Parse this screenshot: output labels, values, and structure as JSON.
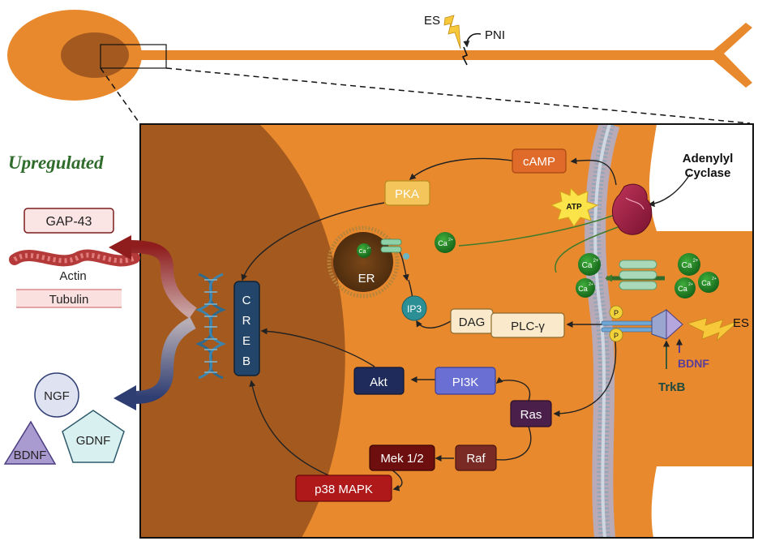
{
  "neuron_overview": {
    "stimulus_label": "ES",
    "injury_label": "PNI"
  },
  "upregulated_heading": "Upregulated",
  "upregulated_products": {
    "gap43": "GAP-43",
    "actin": "Actin",
    "tubulin": "Tubulin"
  },
  "secreted_factors": {
    "ngf": "NGF",
    "gdnf": "GDNF",
    "bdnf": "BDNF"
  },
  "pathway": {
    "creb_letters": [
      "C",
      "R",
      "E",
      "B"
    ],
    "pka": "PKA",
    "camp": "cAMP",
    "atp": "ATP",
    "adenylyl_cyclase_line1": "Adenylyl",
    "adenylyl_cyclase_line2": "Cyclase",
    "er": "ER",
    "ca_ion": "Ca",
    "ca_charge": "2+",
    "ip3": "IP3",
    "dag": "DAG",
    "plc": "PLC-γ",
    "phospho": "P",
    "es": "ES",
    "bdnf": "BDNF",
    "trkb": "TrkB",
    "akt": "Akt",
    "pi3k": "PI3K",
    "ras": "Ras",
    "raf": "Raf",
    "mek": "Mek 1/2",
    "p38": "p38 MAPK"
  },
  "colors": {
    "neuron_orange": "#e8892e",
    "nucleus_brown": "#a45a1f",
    "upregulated_green": "#2f6b2a",
    "red_arrow": "#8f1d1d",
    "blue_arrow": "#2e3d72"
  }
}
